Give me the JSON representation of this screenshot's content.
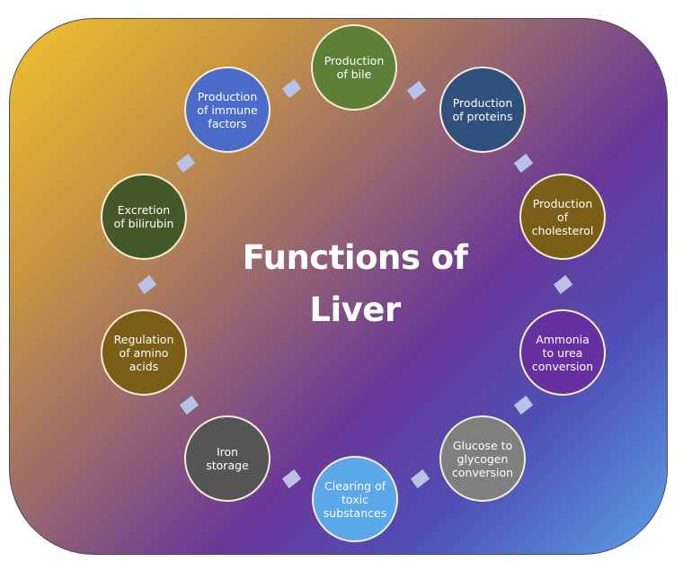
{
  "title_line1": "Functions of",
  "title_line2": "Liver",
  "nodes": [
    {
      "label": "Production of bile",
      "color": "#5e7f38"
    },
    {
      "label": "Production of proteins",
      "color": "#2f4f7c"
    },
    {
      "label": "Production of cholesterol",
      "color": "#7a5d16"
    },
    {
      "label": "Ammonia to urea conversion",
      "color": "#6630a0"
    },
    {
      "label": "Glucose to glycogen conversion",
      "color": "#7f7f7f"
    },
    {
      "label": "Clearing of toxic substances",
      "color": "#5aa8ea"
    },
    {
      "label": "Iron storage",
      "color": "#555555"
    },
    {
      "label": "Regulation of amino acids",
      "color": "#7a5d16"
    },
    {
      "label": "Excretion of bilirubin",
      "color": "#44592a"
    },
    {
      "label": "Production of immune factors",
      "color": "#4a6cc8"
    }
  ],
  "connector_color": "#b8c2e6"
}
